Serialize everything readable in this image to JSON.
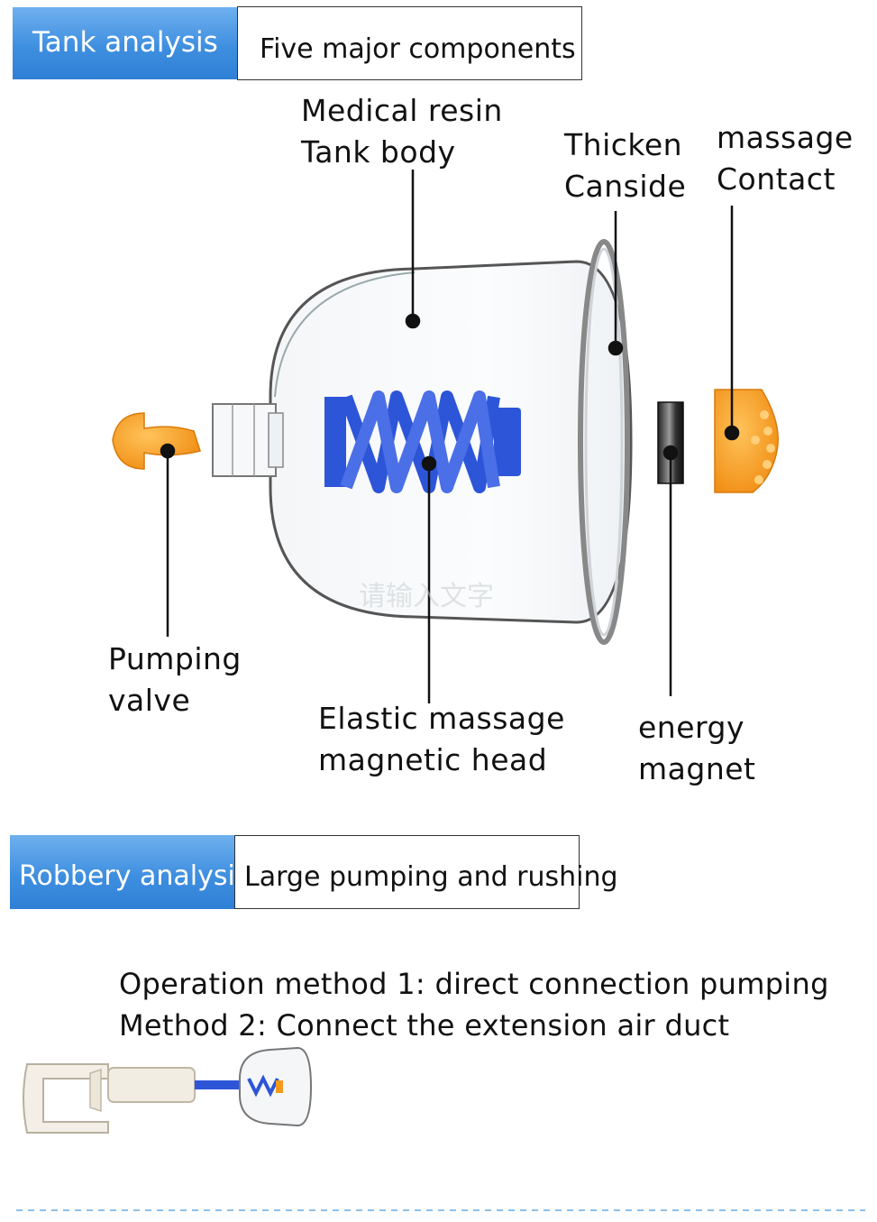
{
  "section1": {
    "tag": "Tank analysis",
    "title": "Five major components"
  },
  "labels": {
    "medical_resin": [
      "Medical resin",
      "Tank body"
    ],
    "thicken": [
      "Thicken",
      "Canside"
    ],
    "massage_contact": [
      "massage",
      "Contact"
    ],
    "pumping_valve": [
      "Pumping",
      "valve"
    ],
    "elastic_head": [
      "Elastic massage",
      "magnetic head"
    ],
    "energy_magnet": [
      "energy",
      "magnet"
    ]
  },
  "watermark": "请输入文字",
  "section2": {
    "tag": "Robbery analysi",
    "title": "Large pumping and rushing"
  },
  "operation": {
    "line1": "Operation method 1: direct connection pumping",
    "line2": "Method 2: Connect the extension air duct"
  },
  "colors": {
    "header_blue": "#3f8fe0",
    "spring_blue": "#2d55d8",
    "orange": "#f39a1e"
  }
}
